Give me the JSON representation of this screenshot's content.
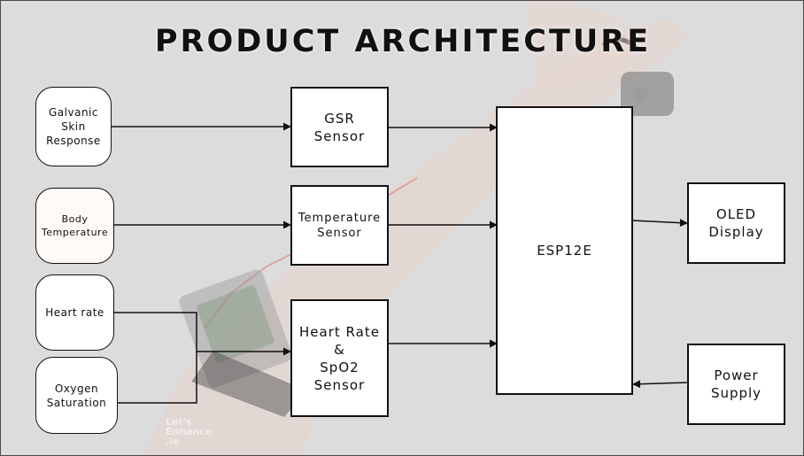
{
  "title": "PRODUCT ARCHITECTURE",
  "inputs": {
    "gsr": "Galvanic\nSkin\nResponse",
    "body_temp": "Body\nTemperature",
    "heart_rate": "Heart rate",
    "oxygen": "Oxygen\nSaturation"
  },
  "sensors": {
    "gsr": "GSR\nSensor",
    "temperature": "Temperature\nSensor",
    "heart_spo2": "Heart Rate\n&\nSpO2\nSensor"
  },
  "controller": "ESP12E",
  "outputs": {
    "oled": "OLED\nDisplay",
    "power": "Power\nSupply"
  },
  "watermark": "Let's\nEnhance\n.io"
}
